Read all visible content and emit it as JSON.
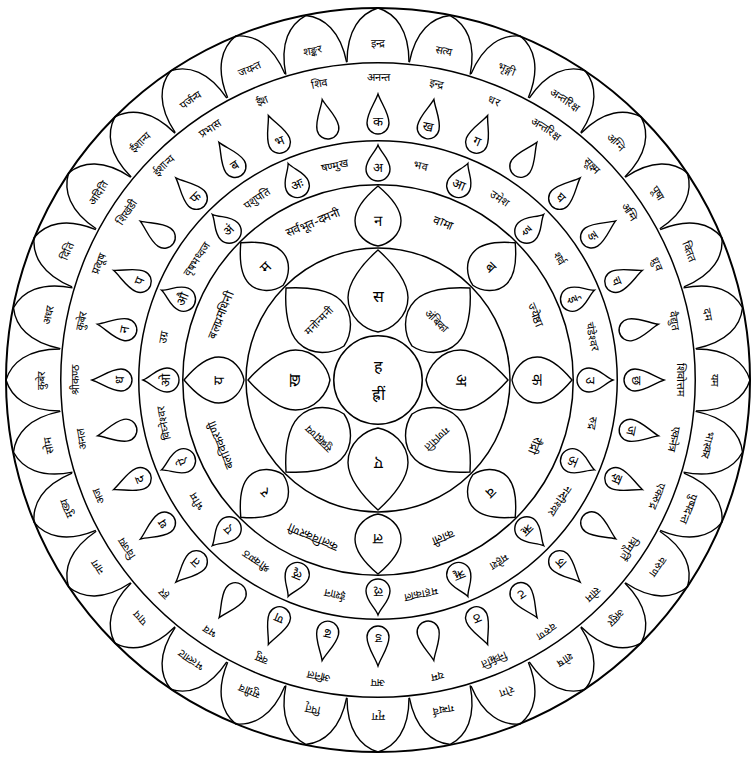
{
  "diagram": {
    "nodes": [
      {
        "text": [
          "इन्द्र"
        ]
      },
      {
        "text": [
          "सत्य"
        ]
      },
      {
        "text": [
          "भृङ्गी"
        ]
      },
      {
        "text": [
          "अन्तरिक्ष"
        ]
      },
      {
        "text": [
          "अग्नि"
        ]
      },
      {
        "text": [
          "पूषा"
        ]
      },
      {
        "text": [
          "वितत"
        ]
      },
      {
        "text": [
          "दम"
        ]
      },
      {
        "text": [
          "यम"
        ]
      },
      {
        "text": [
          "भास्कर"
        ]
      },
      {
        "text": [
          "पुष्पदन्त"
        ]
      },
      {
        "text": [
          "वरुण"
        ]
      },
      {
        "text": [
          "असुर"
        ]
      },
      {
        "text": [
          "शोष"
        ]
      },
      {
        "text": [
          "रोग"
        ]
      },
      {
        "text": [
          "गन्धर्व"
        ]
      },
      {
        "text": [
          "मृग"
        ]
      },
      {
        "text": [
          "पितृ"
        ]
      },
      {
        "text": [
          "सुग्रीव"
        ]
      },
      {
        "text": [
          "भल्लाट"
        ]
      },
      {
        "text": [
          "पाप"
        ]
      },
      {
        "text": [
          "नाग"
        ]
      },
      {
        "text": [
          "मुख्य"
        ]
      },
      {
        "text": [
          "सोम"
        ]
      },
      {
        "text": [
          "कुबेर"
        ]
      },
      {
        "text": [
          "अधर"
        ]
      },
      {
        "text": [
          "दिति"
        ]
      },
      {
        "text": [
          "अदिति"
        ]
      },
      {
        "text": [
          "ईशान्य"
        ]
      },
      {
        "text": [
          "पर्जन्य"
        ]
      },
      {
        "text": [
          "जयन्त"
        ]
      },
      {
        "text": [
          "शङ्कर"
        ]
      },
      {
        "text": [
          "अनन्त",
          "इन्द्र",
          "धर",
          "अन्तरिक्ष",
          "सूक्ष्म",
          "अग्नि",
          "ध्रुव",
          "वैद्युत",
          "शिवोत्तम",
          "एकनेत्र",
          "एकरुद्र",
          "त्रिमूर्ति",
          "सोम",
          "वरुण",
          "निरृति",
          "यम",
          "अप",
          "अनिल",
          "वसु",
          "भव",
          "हर",
          "विजय",
          "अज",
          "अनल",
          "श्रीकण्ठ",
          "कुबेर",
          "प्रत्यूष",
          "शिखंडी",
          "ईशान्य",
          "प्रभास",
          "ईश",
          "शिव"
        ]
      },
      {
        "text": [
          "क"
        ],
        "in": 32
      },
      {
        "text": [
          "ख"
        ],
        "in": 32
      },
      {
        "text": [
          "ग"
        ],
        "in": 32
      },
      {
        "text": [
          "घ"
        ],
        "in": 32
      },
      {
        "text": [
          "ङ"
        ],
        "in": 32
      },
      {
        "text": [
          "च"
        ],
        "in": 32
      },
      {
        "text": [
          "छ"
        ],
        "in": 32
      },
      {
        "text": [
          "ज"
        ],
        "in": 32
      },
      {
        "text": [
          "झ"
        ],
        "in": 32
      },
      {
        "text": [
          "ञ"
        ],
        "in": 32
      },
      {
        "text": [
          "ट"
        ],
        "in": 32
      },
      {
        "text": [
          "ठ"
        ],
        "in": 32
      },
      {
        "text": [
          "ड"
        ],
        "in": 32
      },
      {
        "text": [
          "ढ"
        ],
        "in": 32
      },
      {
        "text": [
          "ण"
        ],
        "in": 32
      },
      {
        "text": [
          "त"
        ],
        "in": 32
      },
      {
        "text": [
          "थ"
        ],
        "in": 32
      },
      {
        "text": [
          "द"
        ],
        "in": 32
      },
      {
        "text": [
          "ध"
        ],
        "in": 32
      },
      {
        "text": [
          "न"
        ],
        "in": 32
      },
      {
        "text": [
          "प"
        ],
        "in": 32
      },
      {
        "text": [
          "फ"
        ],
        "in": 32
      },
      {
        "text": [
          "ब"
        ],
        "in": 32
      },
      {
        "text": [
          "भ"
        ],
        "in": 32
      },
      {
        "text": [
          "भव",
          "उमेश",
          "शर्व",
          "चंडेश्वर",
          "रुद्र",
          "नन्दीश्वर",
          "महेश",
          "महाकाल",
          "ईशान",
          "श्रीकण्ठ",
          "भीम",
          "विघ्नेश्वर",
          "उग्र",
          "वृषभध्वज",
          "पशुपति",
          "षण्मुख"
        ],
        "in": 32
      },
      {
        "text": [
          "अ"
        ],
        "in": 57
      },
      {
        "text": [
          "आ"
        ],
        "in": 57
      },
      {
        "text": [
          "इ"
        ],
        "in": 57
      },
      {
        "text": [
          "ई"
        ],
        "in": 57
      },
      {
        "text": [
          "उ"
        ],
        "in": 57
      },
      {
        "text": [
          "ऊ"
        ],
        "in": 57
      },
      {
        "text": [
          "ऋ"
        ],
        "in": 57
      },
      {
        "text": [
          "ॠ"
        ],
        "in": 57
      },
      {
        "text": [
          "ऌ"
        ],
        "in": 57
      },
      {
        "text": [
          "ॡ"
        ],
        "in": 57
      },
      {
        "text": [
          "ए"
        ],
        "in": 57
      },
      {
        "text": [
          "ऐ"
        ],
        "in": 57
      },
      {
        "text": [
          "ओ"
        ],
        "in": 57
      },
      {
        "text": [
          "औ"
        ],
        "in": 57
      },
      {
        "text": [
          "अं"
        ],
        "in": 57
      },
      {
        "text": [
          "अः"
        ],
        "in": 57
      },
      {
        "text": [
          "वामा",
          "ज्येष्ठा",
          "रौद्री",
          "काली",
          "कलविकरणी",
          "बलविकरणी",
          "बलप्रमथिनी",
          "सर्वभूत-दमनी"
        ],
        "in": 57
      },
      {
        "text": [
          "न"
        ],
        "in": 74
      },
      {
        "text": [
          "ब"
        ],
        "in": 74
      },
      {
        "text": [
          "क"
        ],
        "in": 74
      },
      {
        "text": [
          "व"
        ],
        "in": 74
      },
      {
        "text": [
          "ल"
        ],
        "in": 74
      },
      {
        "text": [
          "र"
        ],
        "in": 74
      },
      {
        "text": [
          "य"
        ],
        "in": 74
      },
      {
        "text": [
          "म"
        ],
        "in": 74
      },
      {
        "text": [
          "स"
        ],
        "in": 74
      },
      {
        "text": [
          "अंबिका"
        ],
        "in": 74
      },
      {
        "text": [
          "अ"
        ],
        "in": 74
      },
      {
        "text": [
          "गणपति"
        ],
        "in": 74
      },
      {
        "text": [
          "ए"
        ],
        "in": 74
      },
      {
        "text": [
          "सुब्रह्मण्य"
        ],
        "in": 74
      },
      {
        "text": [
          "ख"
        ],
        "in": 74
      },
      {
        "text": [
          "मनोन्मनी"
        ],
        "in": 74
      },
      {
        "text": [
          "ह",
          "ह्रीं"
        ],
        "in": 74
      }
    ]
  }
}
